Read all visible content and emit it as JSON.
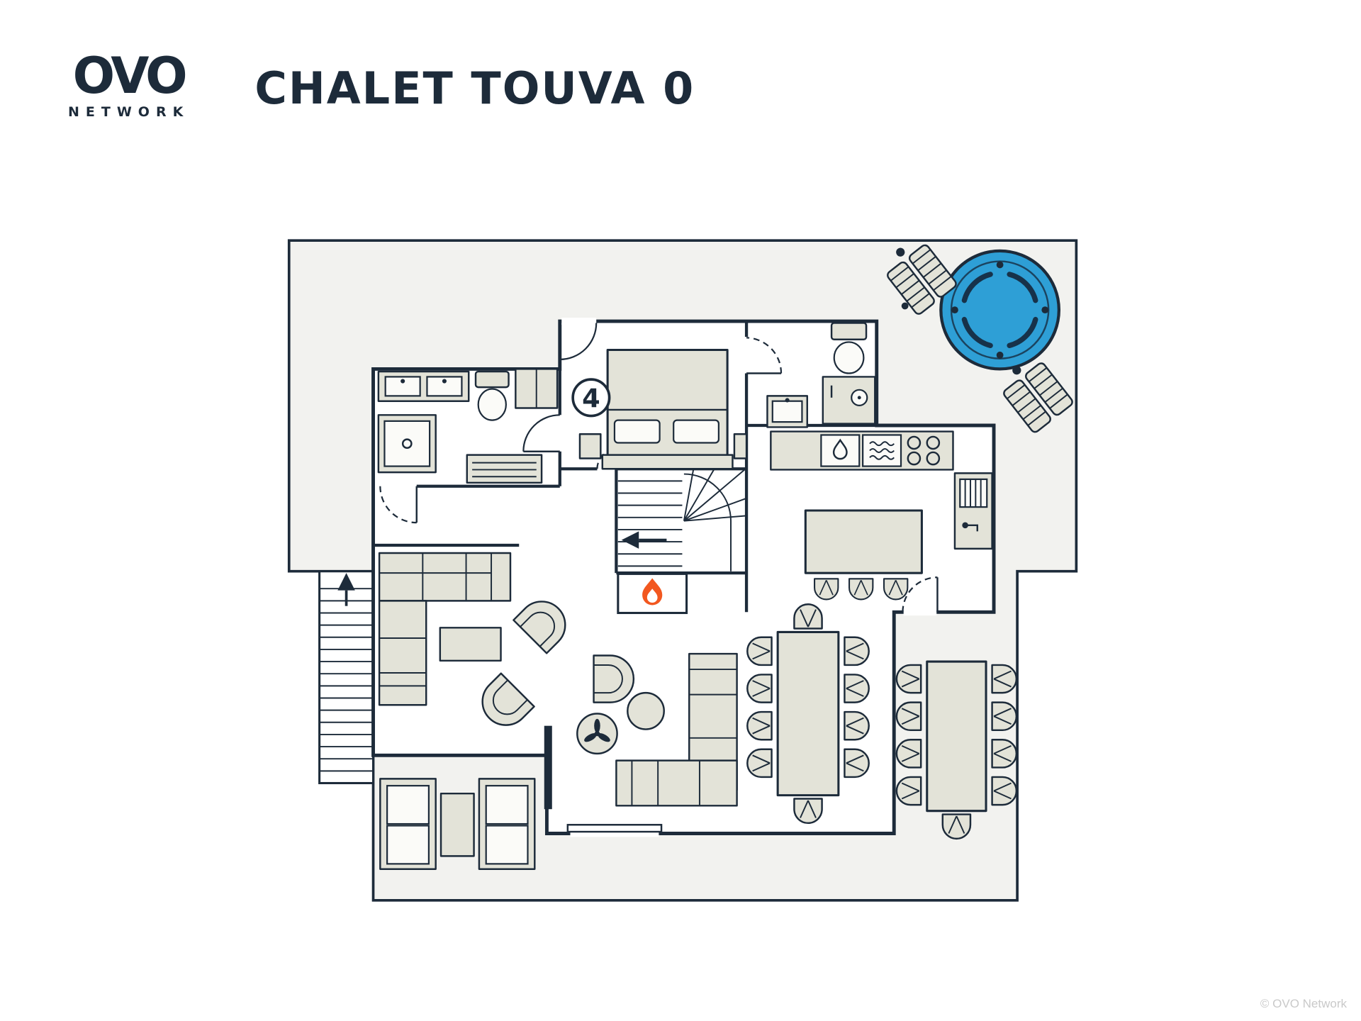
{
  "logo": {
    "brand": "OVO",
    "subtext": "NETWORK"
  },
  "header": {
    "title": "CHALET TOUVA 0"
  },
  "floorplan": {
    "room_number": "4"
  },
  "footer": {
    "copyright": "© OVO Network"
  },
  "colors": {
    "wall": "#1d2b3a",
    "terrace_fill": "#f2f2ef",
    "furniture": "#e3e3d8",
    "furniture_light": "#fbfbf8",
    "hot_tub": "#2e9fd6",
    "flame": "#f2571f",
    "watermark": "#c9c9c9"
  }
}
